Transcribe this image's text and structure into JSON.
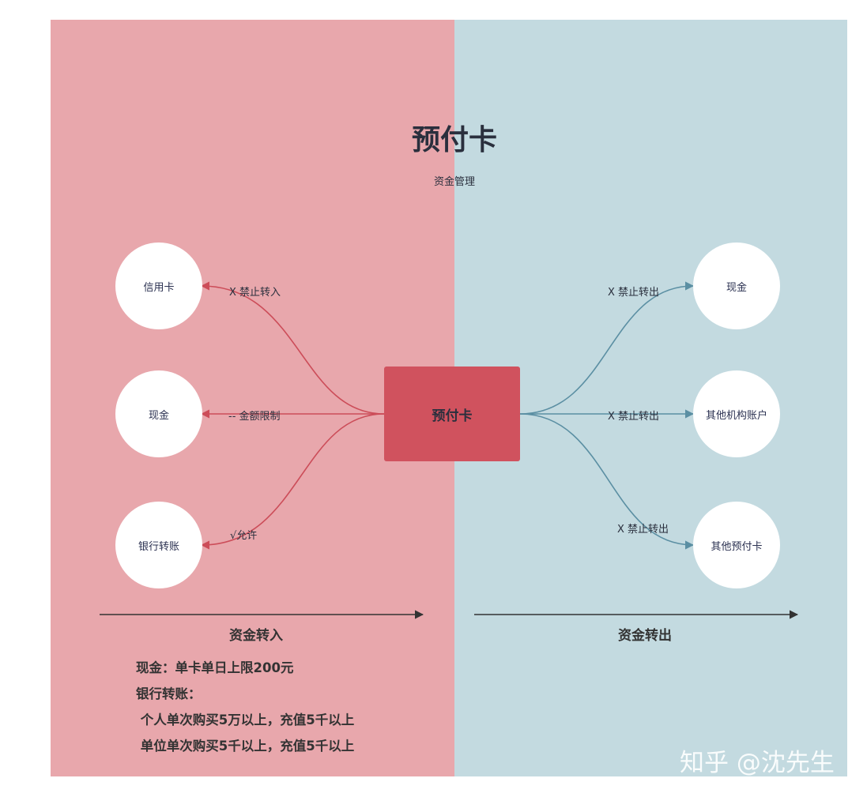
{
  "title": "预付卡",
  "subtitle": "资金管理",
  "center": {
    "label": "预付卡"
  },
  "inflow": {
    "axis_label": "资金转入",
    "nodes": [
      {
        "label": "信用卡",
        "edge_label": "X 禁止转入"
      },
      {
        "label": "现金",
        "edge_label": "-- 金额限制"
      },
      {
        "label": "银行转账",
        "edge_label": "√允许"
      }
    ]
  },
  "outflow": {
    "axis_label": "资金转出",
    "nodes": [
      {
        "label": "现金",
        "edge_label": "X 禁止转出"
      },
      {
        "label": "其他机构账户",
        "edge_label": "X 禁止转出"
      },
      {
        "label": "其他预付卡",
        "edge_label": "X 禁止转出"
      }
    ]
  },
  "notes": [
    "现金：单卡单日上限200元",
    "银行转账：",
    " 个人单次购买5万以上，充值5千以上",
    " 单位单次购买5千以上，充值5千以上"
  ],
  "watermark": "知乎 @沈先生",
  "colors": {
    "left_panel": "#e8a7ac",
    "right_panel": "#c3dae0",
    "center_box": "#d0525e",
    "inflow_edge": "#cc4d59",
    "outflow_edge": "#5b8fa3"
  }
}
